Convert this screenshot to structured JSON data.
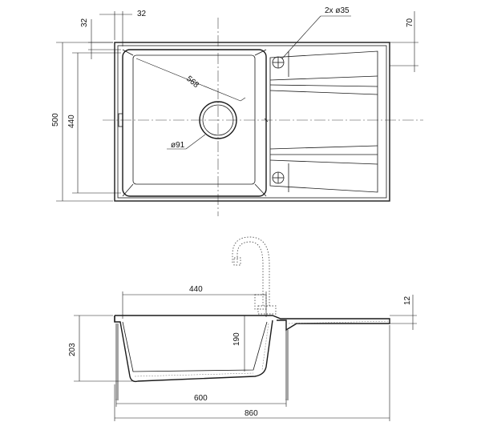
{
  "dimensions": {
    "top_offset": "32",
    "left_offset": "32",
    "hole_spec": "2x ø35",
    "drainer_offset": "70",
    "overall_depth": "500",
    "bowl_depth": "440",
    "bowl_diagonal": "568",
    "drain_diameter": "ø91",
    "bowl_width_section": "440",
    "deck_thickness": "12",
    "overall_height": "203",
    "bowl_height": "190",
    "cabinet_width": "600",
    "overall_width": "860"
  }
}
